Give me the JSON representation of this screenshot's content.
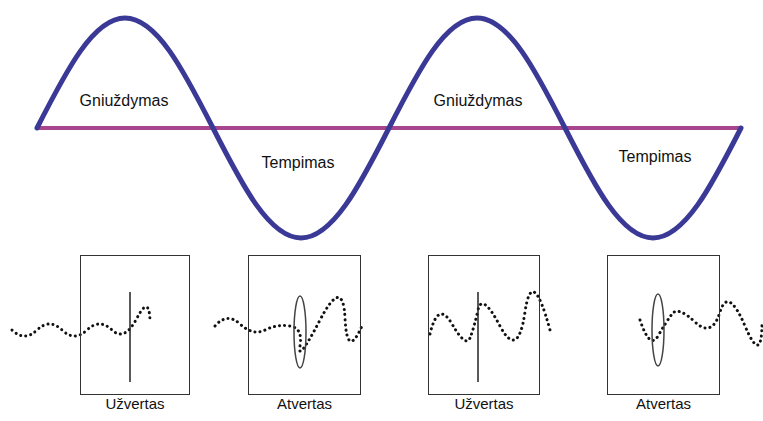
{
  "diagram": {
    "nodes": [
      {
        "text": [
          "Užvertas"
        ]
      },
      {
        "text": [
          "Atvertas"
        ]
      },
      {
        "text": [
          "Užvertas"
        ]
      },
      {
        "text": [
          "Atvertas"
        ]
      }
    ],
    "labels": [
      "Gniuždymas",
      "Tempimas",
      "Gniuždymas",
      "Tempimas"
    ]
  }
}
